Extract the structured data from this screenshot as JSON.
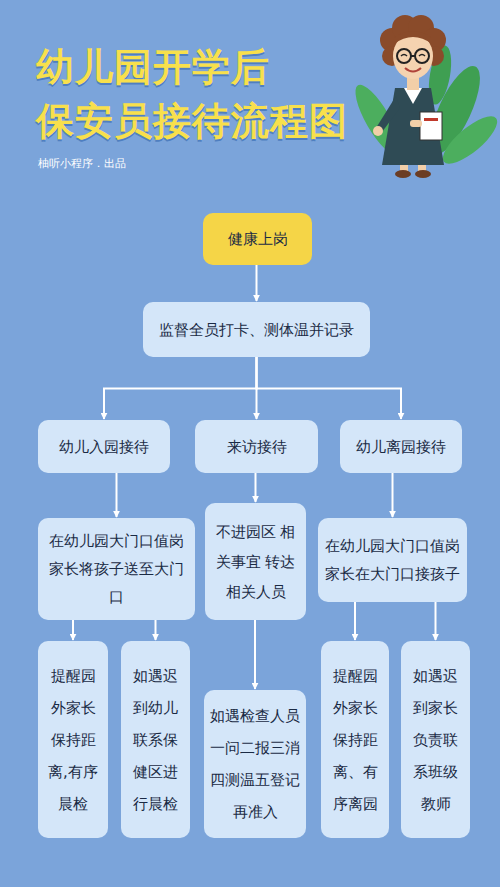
{
  "diagram": {
    "title": "幼儿园开学后 保安员接待流程图",
    "nodes": [
      {
        "text": [
          "健康上岗"
        ]
      },
      {
        "text": [
          "监督全员打卡、测体温并记录"
        ]
      },
      {
        "text": [
          "幼儿入园接待"
        ]
      },
      {
        "text": [
          "来访接待"
        ]
      },
      {
        "text": [
          "幼儿离园接待"
        ]
      },
      {
        "text": [
          "在幼儿园大门口值岗 家长将孩子送至大门口"
        ]
      },
      {
        "text": [
          "不进园区 相关事宜 转达相关人员"
        ]
      },
      {
        "text": [
          "在幼儿园大门口值岗 家长在大门口接孩子"
        ]
      },
      {
        "text": [
          "提醒园外家长保持距离,有序晨检"
        ]
      },
      {
        "text": [
          "如遇迟到幼儿联系保健区进行晨检"
        ]
      },
      {
        "text": [
          "如遇检查人员一问二报三消四测温五登记再准入"
        ]
      },
      {
        "text": [
          "提醒园外家长保持距离、有序离园"
        ]
      },
      {
        "text": [
          "如遇迟到家长负责联系班级教师"
        ]
      }
    ],
    "edges": [
      {
        "from": 0,
        "to": 1,
        "arrow": "to"
      },
      {
        "from": 1,
        "to": 2,
        "arrow": "to"
      },
      {
        "from": 1,
        "to": 3,
        "arrow": "to"
      },
      {
        "from": 1,
        "to": 4,
        "arrow": "to"
      },
      {
        "from": 2,
        "to": 5,
        "arrow": "to"
      },
      {
        "from": 3,
        "to": 6,
        "arrow": "to"
      },
      {
        "from": 4,
        "to": 7,
        "arrow": "to"
      },
      {
        "from": 5,
        "to": 8,
        "arrow": "to"
      },
      {
        "from": 5,
        "to": 9,
        "arrow": "to"
      },
      {
        "from": 6,
        "to": 10,
        "arrow": "to"
      },
      {
        "from": 7,
        "to": 11,
        "arrow": "to"
      },
      {
        "from": 7,
        "to": 12,
        "arrow": "to"
      }
    ],
    "labels": [
      "柚听小程序．出品"
    ]
  }
}
